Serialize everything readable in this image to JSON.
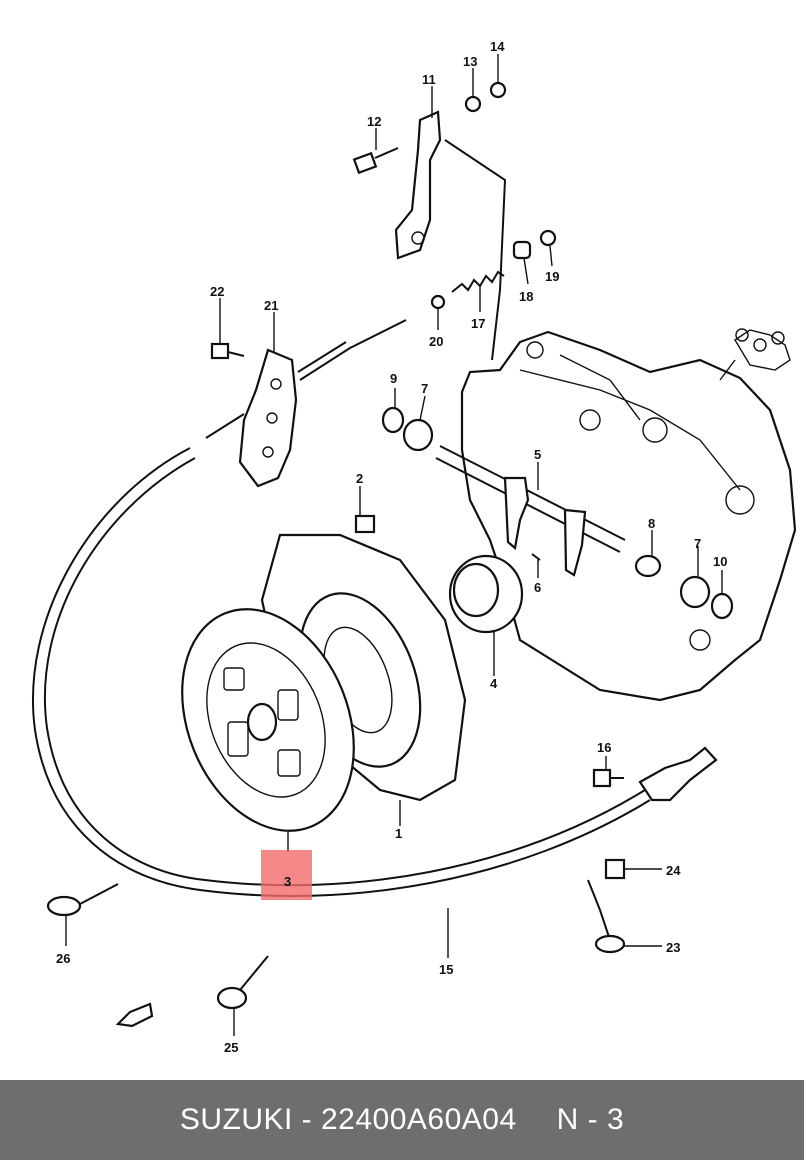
{
  "diagram": {
    "callouts": {
      "c1": "1",
      "c2": "2",
      "c3": "3",
      "c4": "4",
      "c5": "5",
      "c6": "6",
      "c7a": "7",
      "c7b": "7",
      "c8": "8",
      "c9": "9",
      "c10": "10",
      "c11": "11",
      "c12": "12",
      "c13": "13",
      "c14": "14",
      "c15": "15",
      "c16": "16",
      "c17": "17",
      "c18": "18",
      "c19": "19",
      "c20": "20",
      "c21": "21",
      "c22": "22",
      "c23": "23",
      "c24": "24",
      "c25": "25",
      "c26": "26"
    },
    "highlight_color": "#f26b6b"
  },
  "footer": {
    "part_label": "SUZUKI - 22400A60A04",
    "ref_label": "N - 3",
    "background": "#6e6e6e"
  }
}
